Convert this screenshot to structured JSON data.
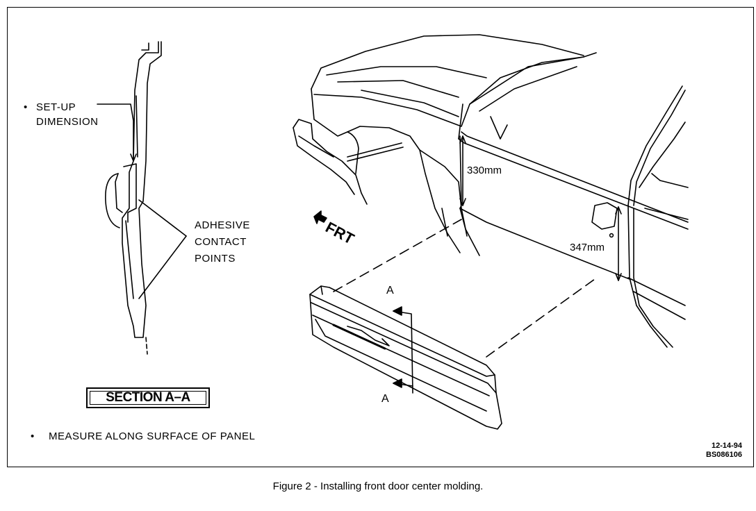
{
  "figure": {
    "caption": "Figure 2 - Installing front door center molding.",
    "id_code": "12-14-94",
    "ref_code": "BS086106",
    "notes": {
      "setup_line1": "SET-UP",
      "setup_line2": "DIMENSION",
      "adhesive_line1": "ADHESIVE",
      "adhesive_line2": "CONTACT",
      "adhesive_line3": "POINTS",
      "measure": "MEASURE ALONG SURFACE OF PANEL"
    },
    "section_title": "SECTION A–A",
    "dimensions": {
      "upper": "330mm",
      "lower": "347mm"
    },
    "direction": "FRT",
    "section_marker_top": "A",
    "section_marker_bottom": "A",
    "bullet": "•"
  }
}
